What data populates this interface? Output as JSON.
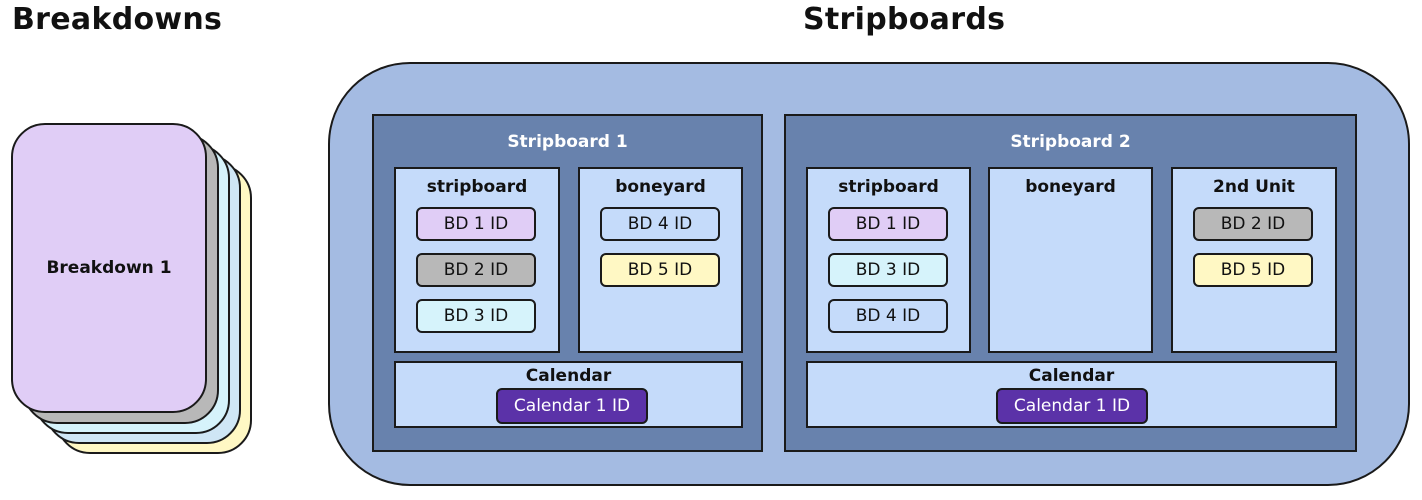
{
  "headings": {
    "breakdowns": "Breakdowns",
    "stripboards": "Stripboards"
  },
  "breakdown_stack": {
    "front_label": "Breakdown 1",
    "layer_colors": [
      "#fff8c4",
      "#cfe6f5",
      "#d6f3fb",
      "#b8b8b8",
      "#e0cdf6"
    ]
  },
  "colors": {
    "outer_bg": "#a4bbe2",
    "board_bg": "#6882ad",
    "panel_bg": "#c5dbfa",
    "calendar_chip": "#5b32a8"
  },
  "stripboards": [
    {
      "title": "Stripboard 1",
      "panels": [
        {
          "title": "stripboard",
          "items": [
            {
              "label": "BD 1 ID",
              "color": "#e0cdf6"
            },
            {
              "label": "BD 2 ID",
              "color": "#b8b8b8"
            },
            {
              "label": "BD 3 ID",
              "color": "#d6f3fb"
            }
          ]
        },
        {
          "title": "boneyard",
          "items": [
            {
              "label": "BD 4 ID",
              "color": "#c5dbfa"
            },
            {
              "label": "BD 5 ID",
              "color": "#fff8c4"
            }
          ]
        }
      ],
      "calendar": {
        "title": "Calendar",
        "item": "Calendar 1 ID"
      }
    },
    {
      "title": "Stripboard 2",
      "panels": [
        {
          "title": "stripboard",
          "items": [
            {
              "label": "BD 1 ID",
              "color": "#e0cdf6"
            },
            {
              "label": "BD 3 ID",
              "color": "#d6f3fb"
            },
            {
              "label": "BD 4 ID",
              "color": "#c5dbfa"
            }
          ]
        },
        {
          "title": "boneyard",
          "items": []
        },
        {
          "title": "2nd Unit",
          "items": [
            {
              "label": "BD 2 ID",
              "color": "#b8b8b8"
            },
            {
              "label": "BD 5 ID",
              "color": "#fff8c4"
            }
          ]
        }
      ],
      "calendar": {
        "title": "Calendar",
        "item": "Calendar 1 ID"
      }
    }
  ]
}
